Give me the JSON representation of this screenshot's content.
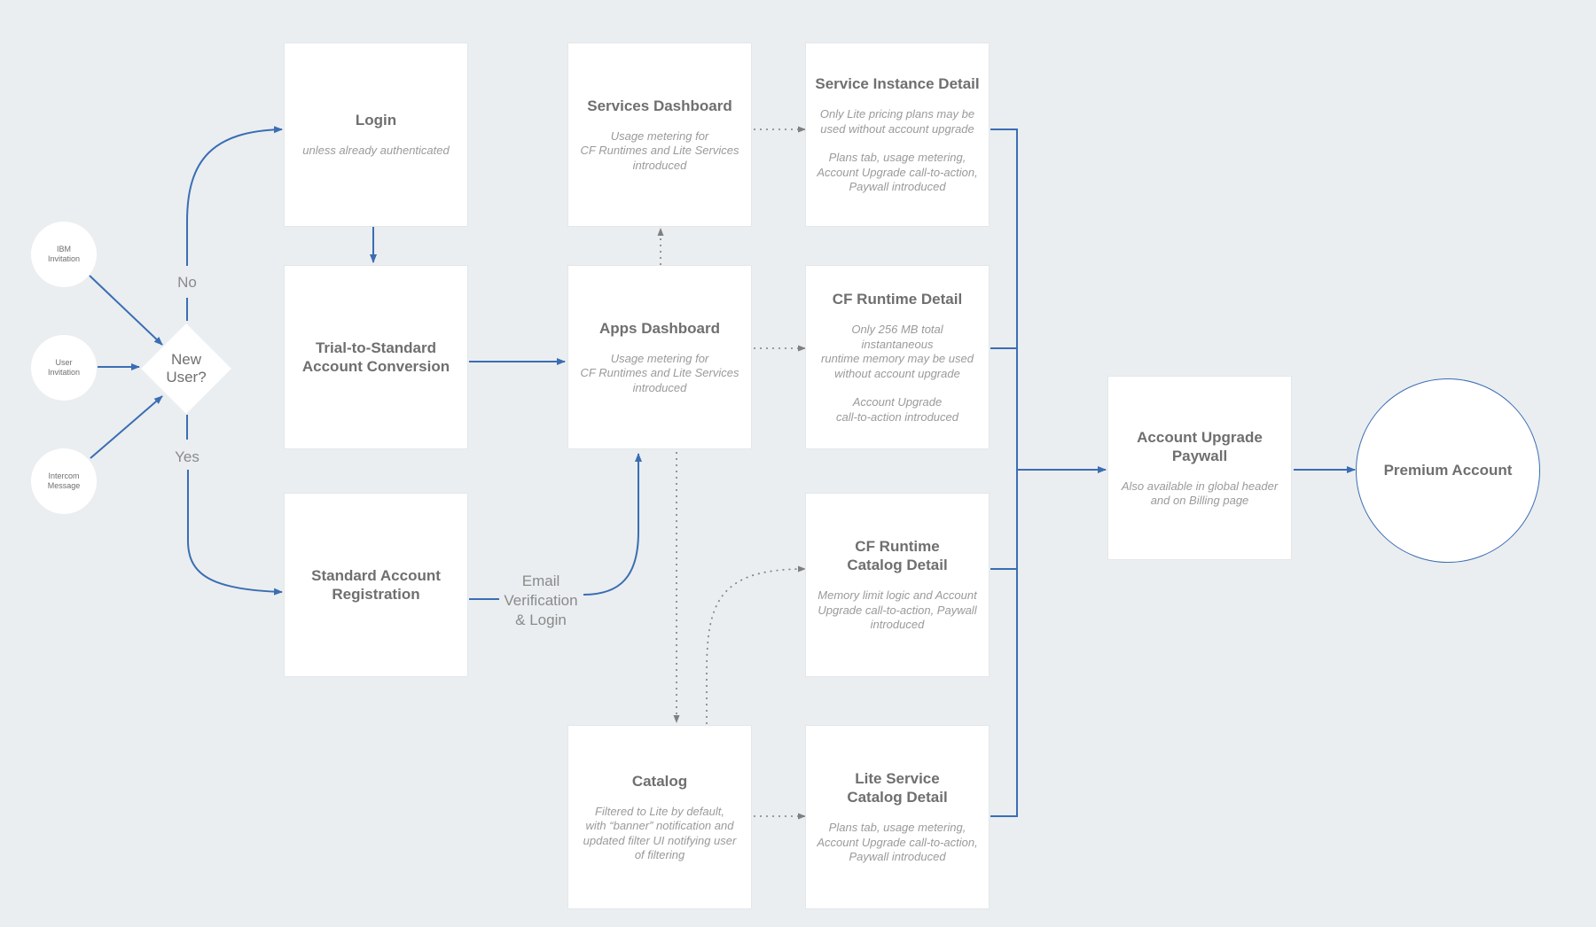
{
  "sources": {
    "ibm": "IBM\nInvitation",
    "user": "User\nInvitation",
    "intercom": "Intercom\nMessage"
  },
  "decision": {
    "label": "New\nUser?",
    "no_label": "No",
    "yes_label": "Yes"
  },
  "boxes": {
    "login": {
      "title": "Login",
      "note": "unless already authenticated"
    },
    "trial": {
      "title": "Trial-to-Standard\nAccount Conversion"
    },
    "registration": {
      "title": "Standard Account\nRegistration"
    },
    "services_dashboard": {
      "title": "Services Dashboard",
      "note": "Usage metering for\nCF Runtimes and Lite Services\nintroduced"
    },
    "apps_dashboard": {
      "title": "Apps Dashboard",
      "note": "Usage metering for\nCF Runtimes and Lite Services\nintroduced"
    },
    "catalog": {
      "title": "Catalog",
      "note": "Filtered to Lite by default,\nwith “banner” notification and\nupdated filter UI notifying user\nof filtering"
    },
    "service_instance": {
      "title": "Service Instance Detail",
      "note": "Only Lite pricing plans may be\nused without account upgrade",
      "note2": "Plans tab, usage metering,\nAccount Upgrade call-to-action,\nPaywall introduced"
    },
    "cf_runtime": {
      "title": "CF Runtime Detail",
      "note": "Only 256 MB total instantaneous\nruntime memory may be used\nwithout account upgrade",
      "note2": "Account Upgrade\ncall-to-action introduced"
    },
    "cf_runtime_catalog": {
      "title": "CF Runtime\nCatalog Detail",
      "note": "Memory limit logic and Account\nUpgrade call-to-action, Paywall\nintroduced"
    },
    "lite_service_catalog": {
      "title": "Lite Service\nCatalog Detail",
      "note": "Plans tab, usage metering,\nAccount Upgrade call-to-action,\nPaywall introduced"
    },
    "paywall": {
      "title": "Account Upgrade\nPaywall",
      "note": "Also available in global header\nand on Billing page"
    }
  },
  "edge_labels": {
    "email": "Email\nVerification\n& Login"
  },
  "final": {
    "label": "Premium Account"
  },
  "colors": {
    "background": "#eaeef0",
    "connector": "#3b6db3",
    "dotted": "#7f7f7f",
    "box": "#ffffff"
  }
}
